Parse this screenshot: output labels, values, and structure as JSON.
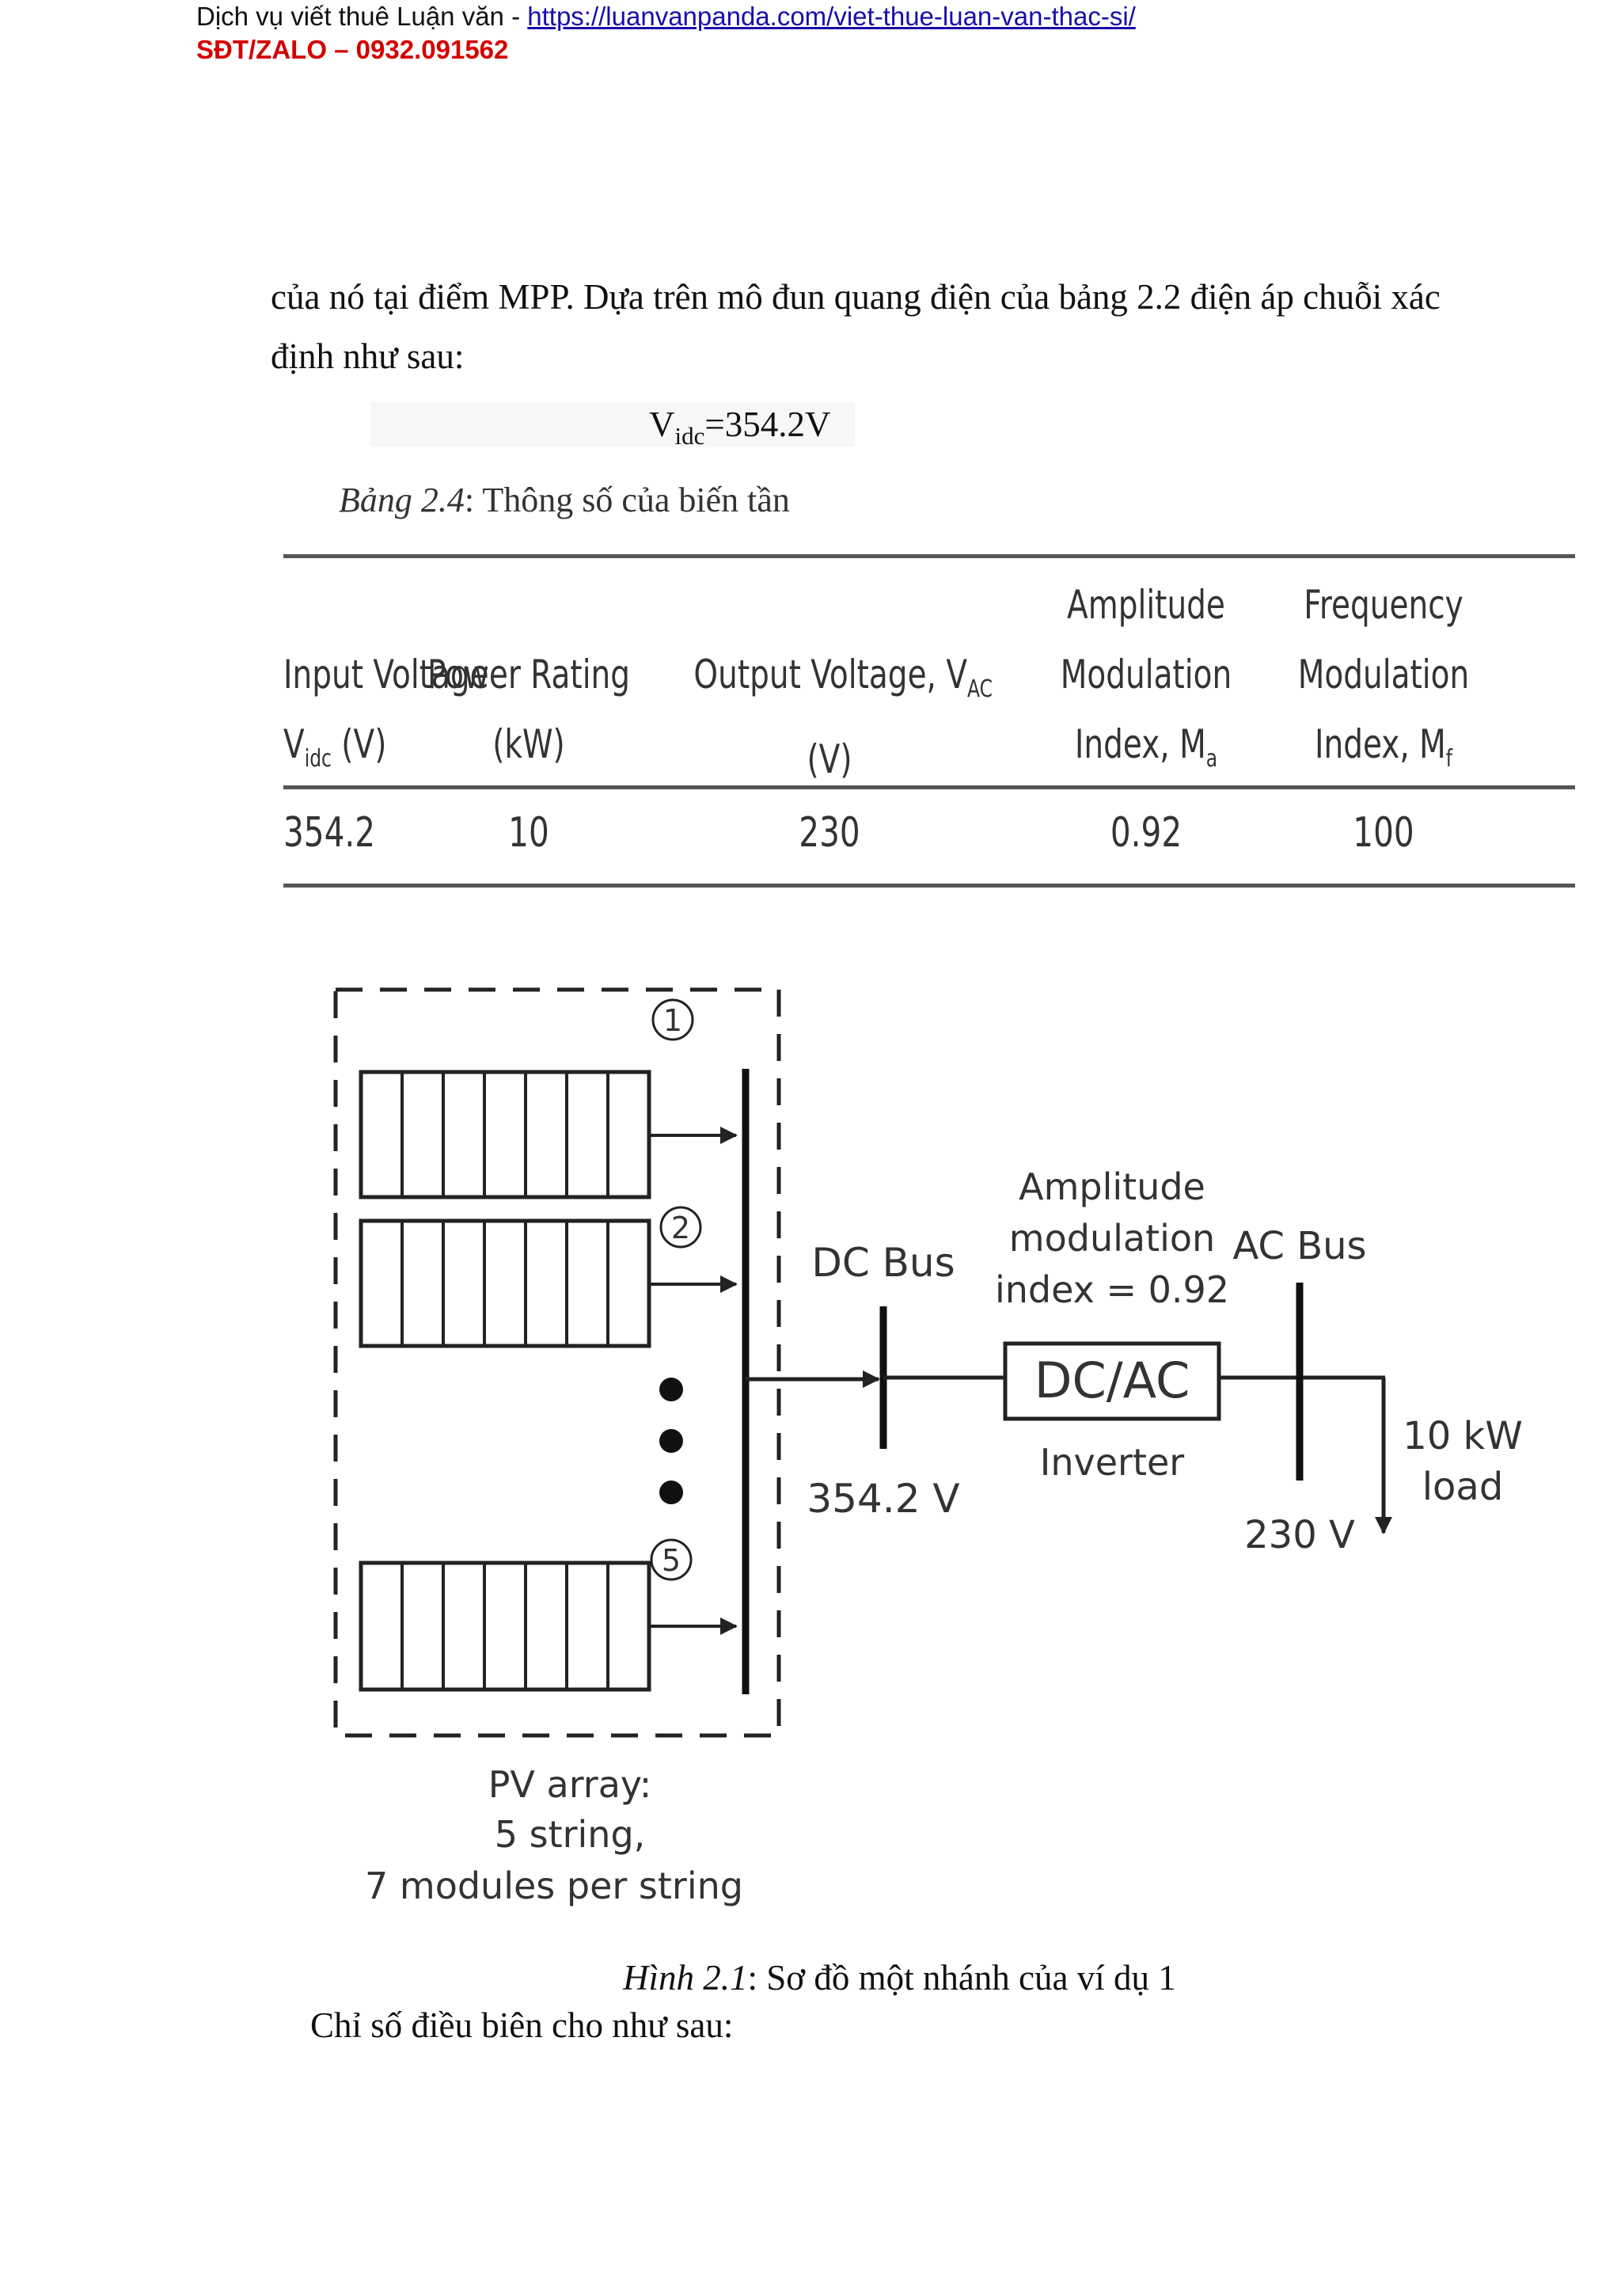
{
  "header": {
    "service_text": "Dịch vụ viết thuê Luận văn - ",
    "link_text": "https://luanvanpanda.com/viet-thue-luan-van-thac-si/",
    "hotline": "SĐT/ZALO – 0932.091562"
  },
  "body": {
    "paragraph": "của nó tại điểm MPP. Dựa trên mô đun quang điện của bảng 2.2 điện áp chuỗi xác định như sau:",
    "equation": {
      "main": "V",
      "sub": "idc",
      "rest": "=354.2V"
    },
    "closing": "Chỉ số điều biên cho như sau:"
  },
  "table": {
    "caption_prefix": "Bảng 2.4",
    "caption_text": ": Thông số của biến tần",
    "headers": [
      {
        "lines": [
          "Input Voltage",
          "V"
        ],
        "sub": "idc",
        "after": " (V)"
      },
      {
        "lines": [
          "Power Rating",
          "(kW)"
        ]
      },
      {
        "lines": [
          "Output Voltage, V",
          "(V)"
        ],
        "sub0": "AC"
      },
      {
        "lines": [
          "Amplitude",
          "Modulation",
          "Index, M"
        ],
        "sub": "a"
      },
      {
        "lines": [
          "Frequency",
          "Modulation",
          "Index, M"
        ],
        "sub": "f"
      }
    ],
    "row": [
      "354.2",
      "10",
      "230",
      "0.92",
      "100"
    ]
  },
  "diagram": {
    "string_labels": [
      "1",
      "2",
      "5"
    ],
    "dc_bus_label": "DC Bus",
    "dc_voltage": "354.2 V",
    "amp_lines": [
      "Amplitude",
      "modulation",
      "index = 0.92"
    ],
    "ac_bus_label": "AC Bus",
    "inverter_title": "DC/AC",
    "inverter_sub": "Inverter",
    "ac_voltage": "230 V",
    "load_lines": [
      "10 kW",
      "load"
    ],
    "pv_lines": [
      "PV array:",
      "5 string,",
      "7 modules per string"
    ]
  },
  "figure": {
    "caption_prefix": "Hình 2.1",
    "caption_text": ": Sơ đồ một nhánh của ví dụ 1"
  }
}
